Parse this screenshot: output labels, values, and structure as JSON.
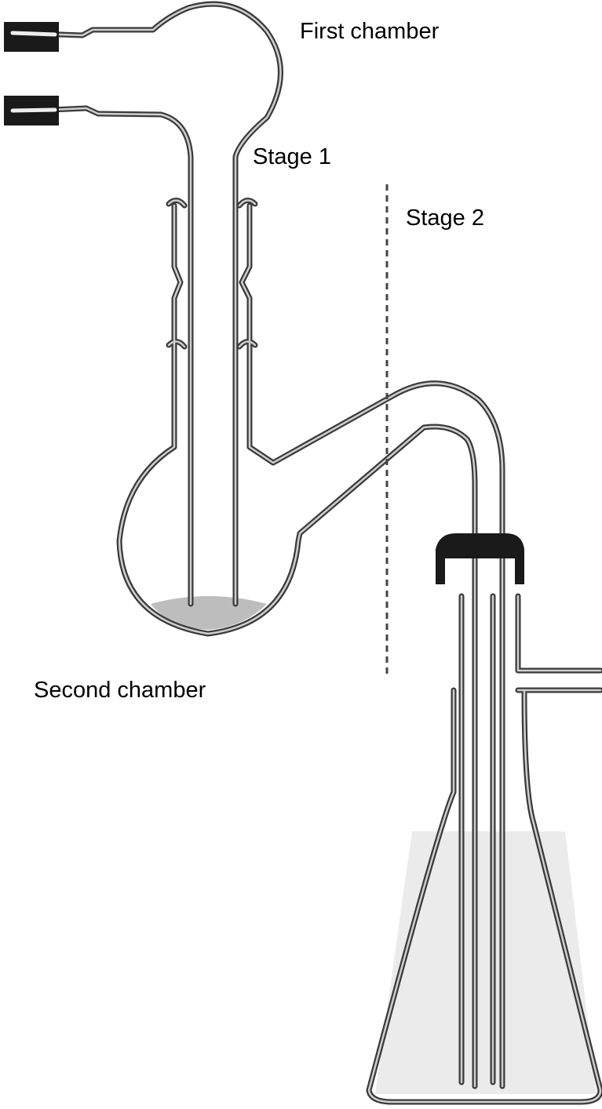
{
  "labels": {
    "first_chamber": "First chamber",
    "stage_1": "Stage 1",
    "stage_2": "Stage 2",
    "second_chamber": "Second chamber"
  },
  "colors": {
    "glass_outline": "#3a3a3a",
    "glass_highlight": "#cfcfcf",
    "liquid_fill": "#e6e6e6",
    "stopper": "#1a1a1a"
  }
}
